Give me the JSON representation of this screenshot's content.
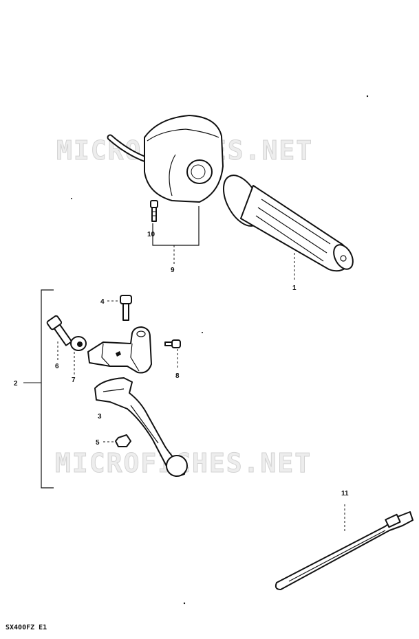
{
  "watermark": "MICROFICHES.NET",
  "footer_code": "SX400FZ E1",
  "callouts": {
    "grip": "1",
    "lever_assembly": "2",
    "lever": "3",
    "pivot_bolt": "4",
    "nut": "5",
    "clamp_bolt": "6",
    "washer": "7",
    "screw": "8",
    "switch_assembly": "9",
    "switch_screw": "10",
    "cable_tie": "11"
  }
}
